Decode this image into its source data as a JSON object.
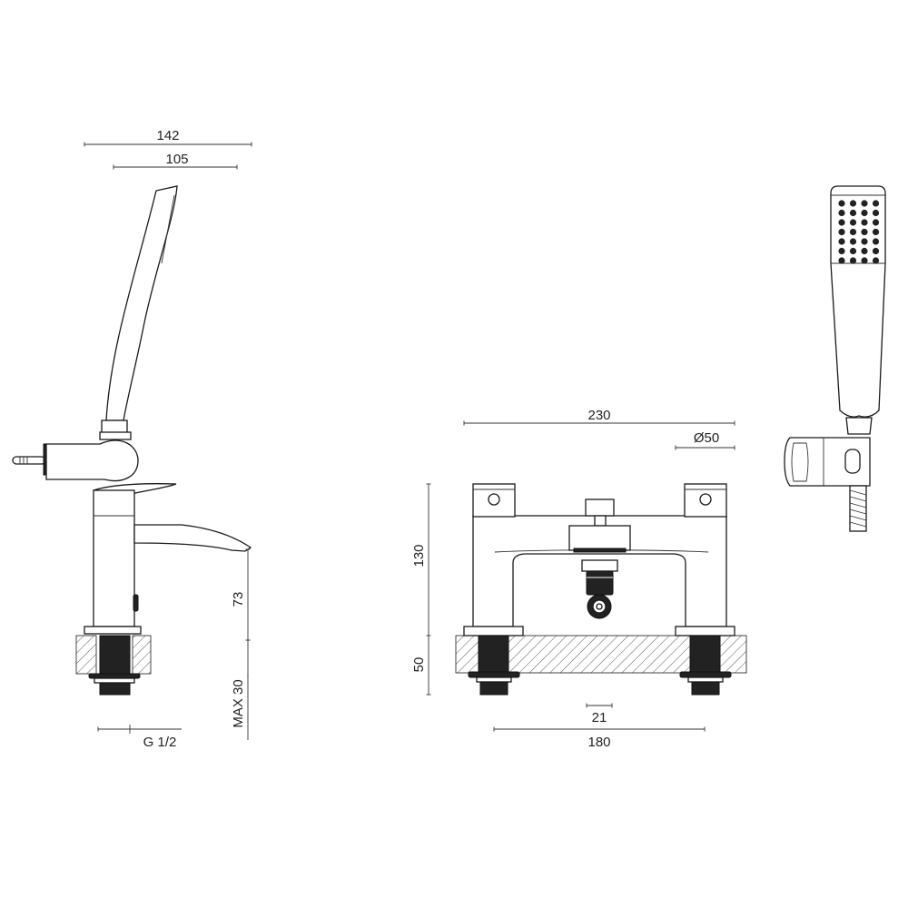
{
  "side_view": {
    "dim_overall_length": "142",
    "dim_spout_reach": "105",
    "dim_spout_height": "73",
    "dim_max_deck": "MAX 30",
    "dim_thread": "G 1/2"
  },
  "front_view": {
    "dim_overall_width": "230",
    "dim_handle_diameter": "Ø50",
    "dim_height": "130",
    "dim_deck": "50",
    "dim_outlet": "21",
    "dim_centres": "180"
  },
  "handset_view": {
    "spray_nozzle_grid": "4x7"
  }
}
